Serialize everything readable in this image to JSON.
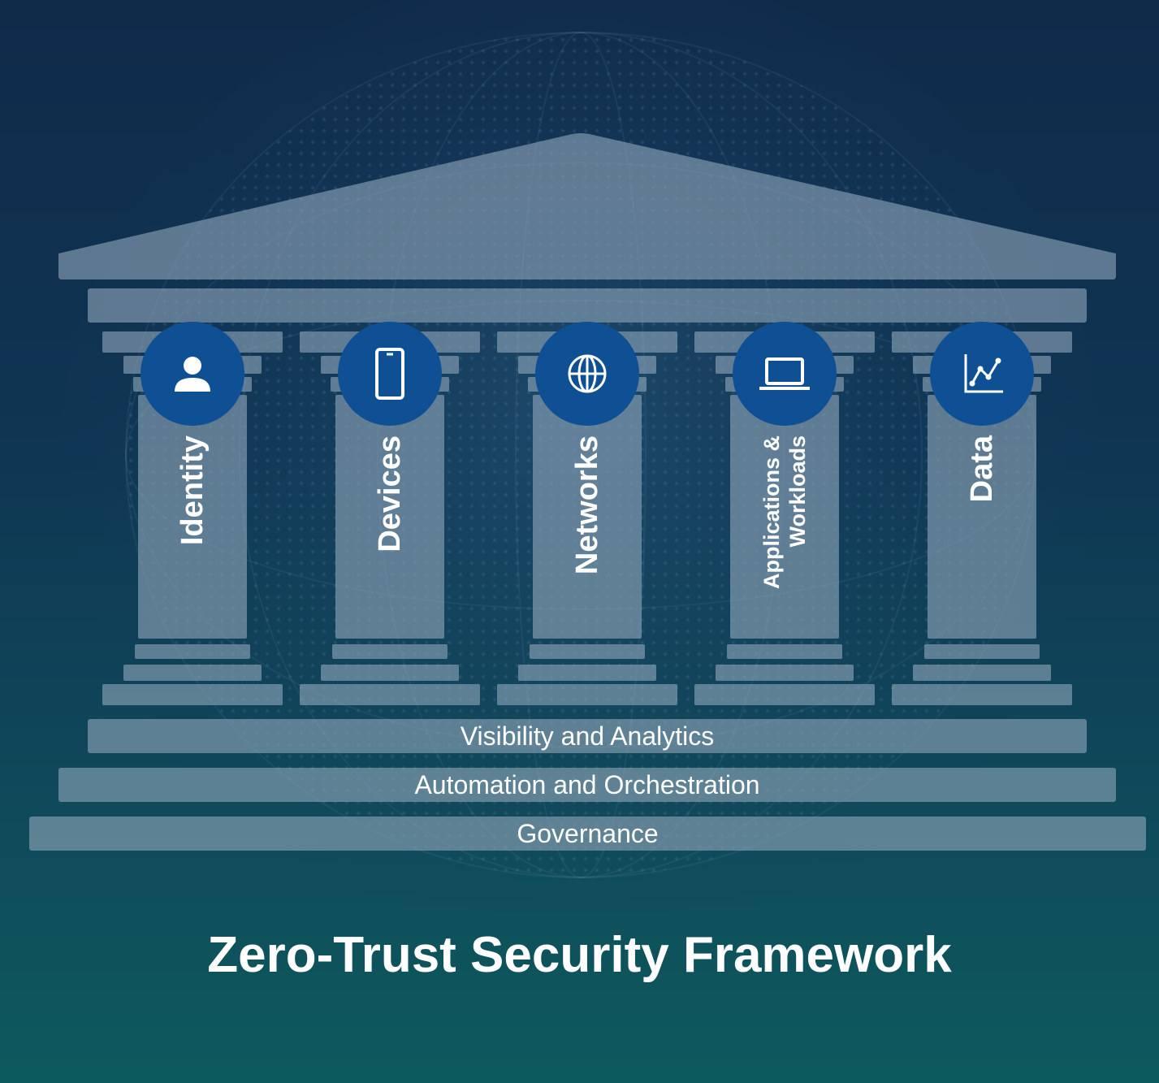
{
  "pillars": [
    {
      "label_lines": [
        "Identity"
      ],
      "icon": "person-icon"
    },
    {
      "label_lines": [
        "Devices"
      ],
      "icon": "mobile-phone-icon"
    },
    {
      "label_lines": [
        "Networks"
      ],
      "icon": "globe-icon"
    },
    {
      "label_lines": [
        "Applications &",
        "Workloads"
      ],
      "icon": "laptop-icon"
    },
    {
      "label_lines": [
        "Data"
      ],
      "icon": "line-chart-icon"
    }
  ],
  "foundation_layers": [
    "Visibility and Analytics",
    "Automation and Orchestration",
    "Governance"
  ],
  "title": "Zero-Trust Security Framework",
  "colors": {
    "background_top": "#102a4a",
    "background_bottom": "#0d5a5e",
    "structure": "#8ea5b8",
    "icon_circle": "#0f4f93",
    "text": "#ffffff"
  }
}
